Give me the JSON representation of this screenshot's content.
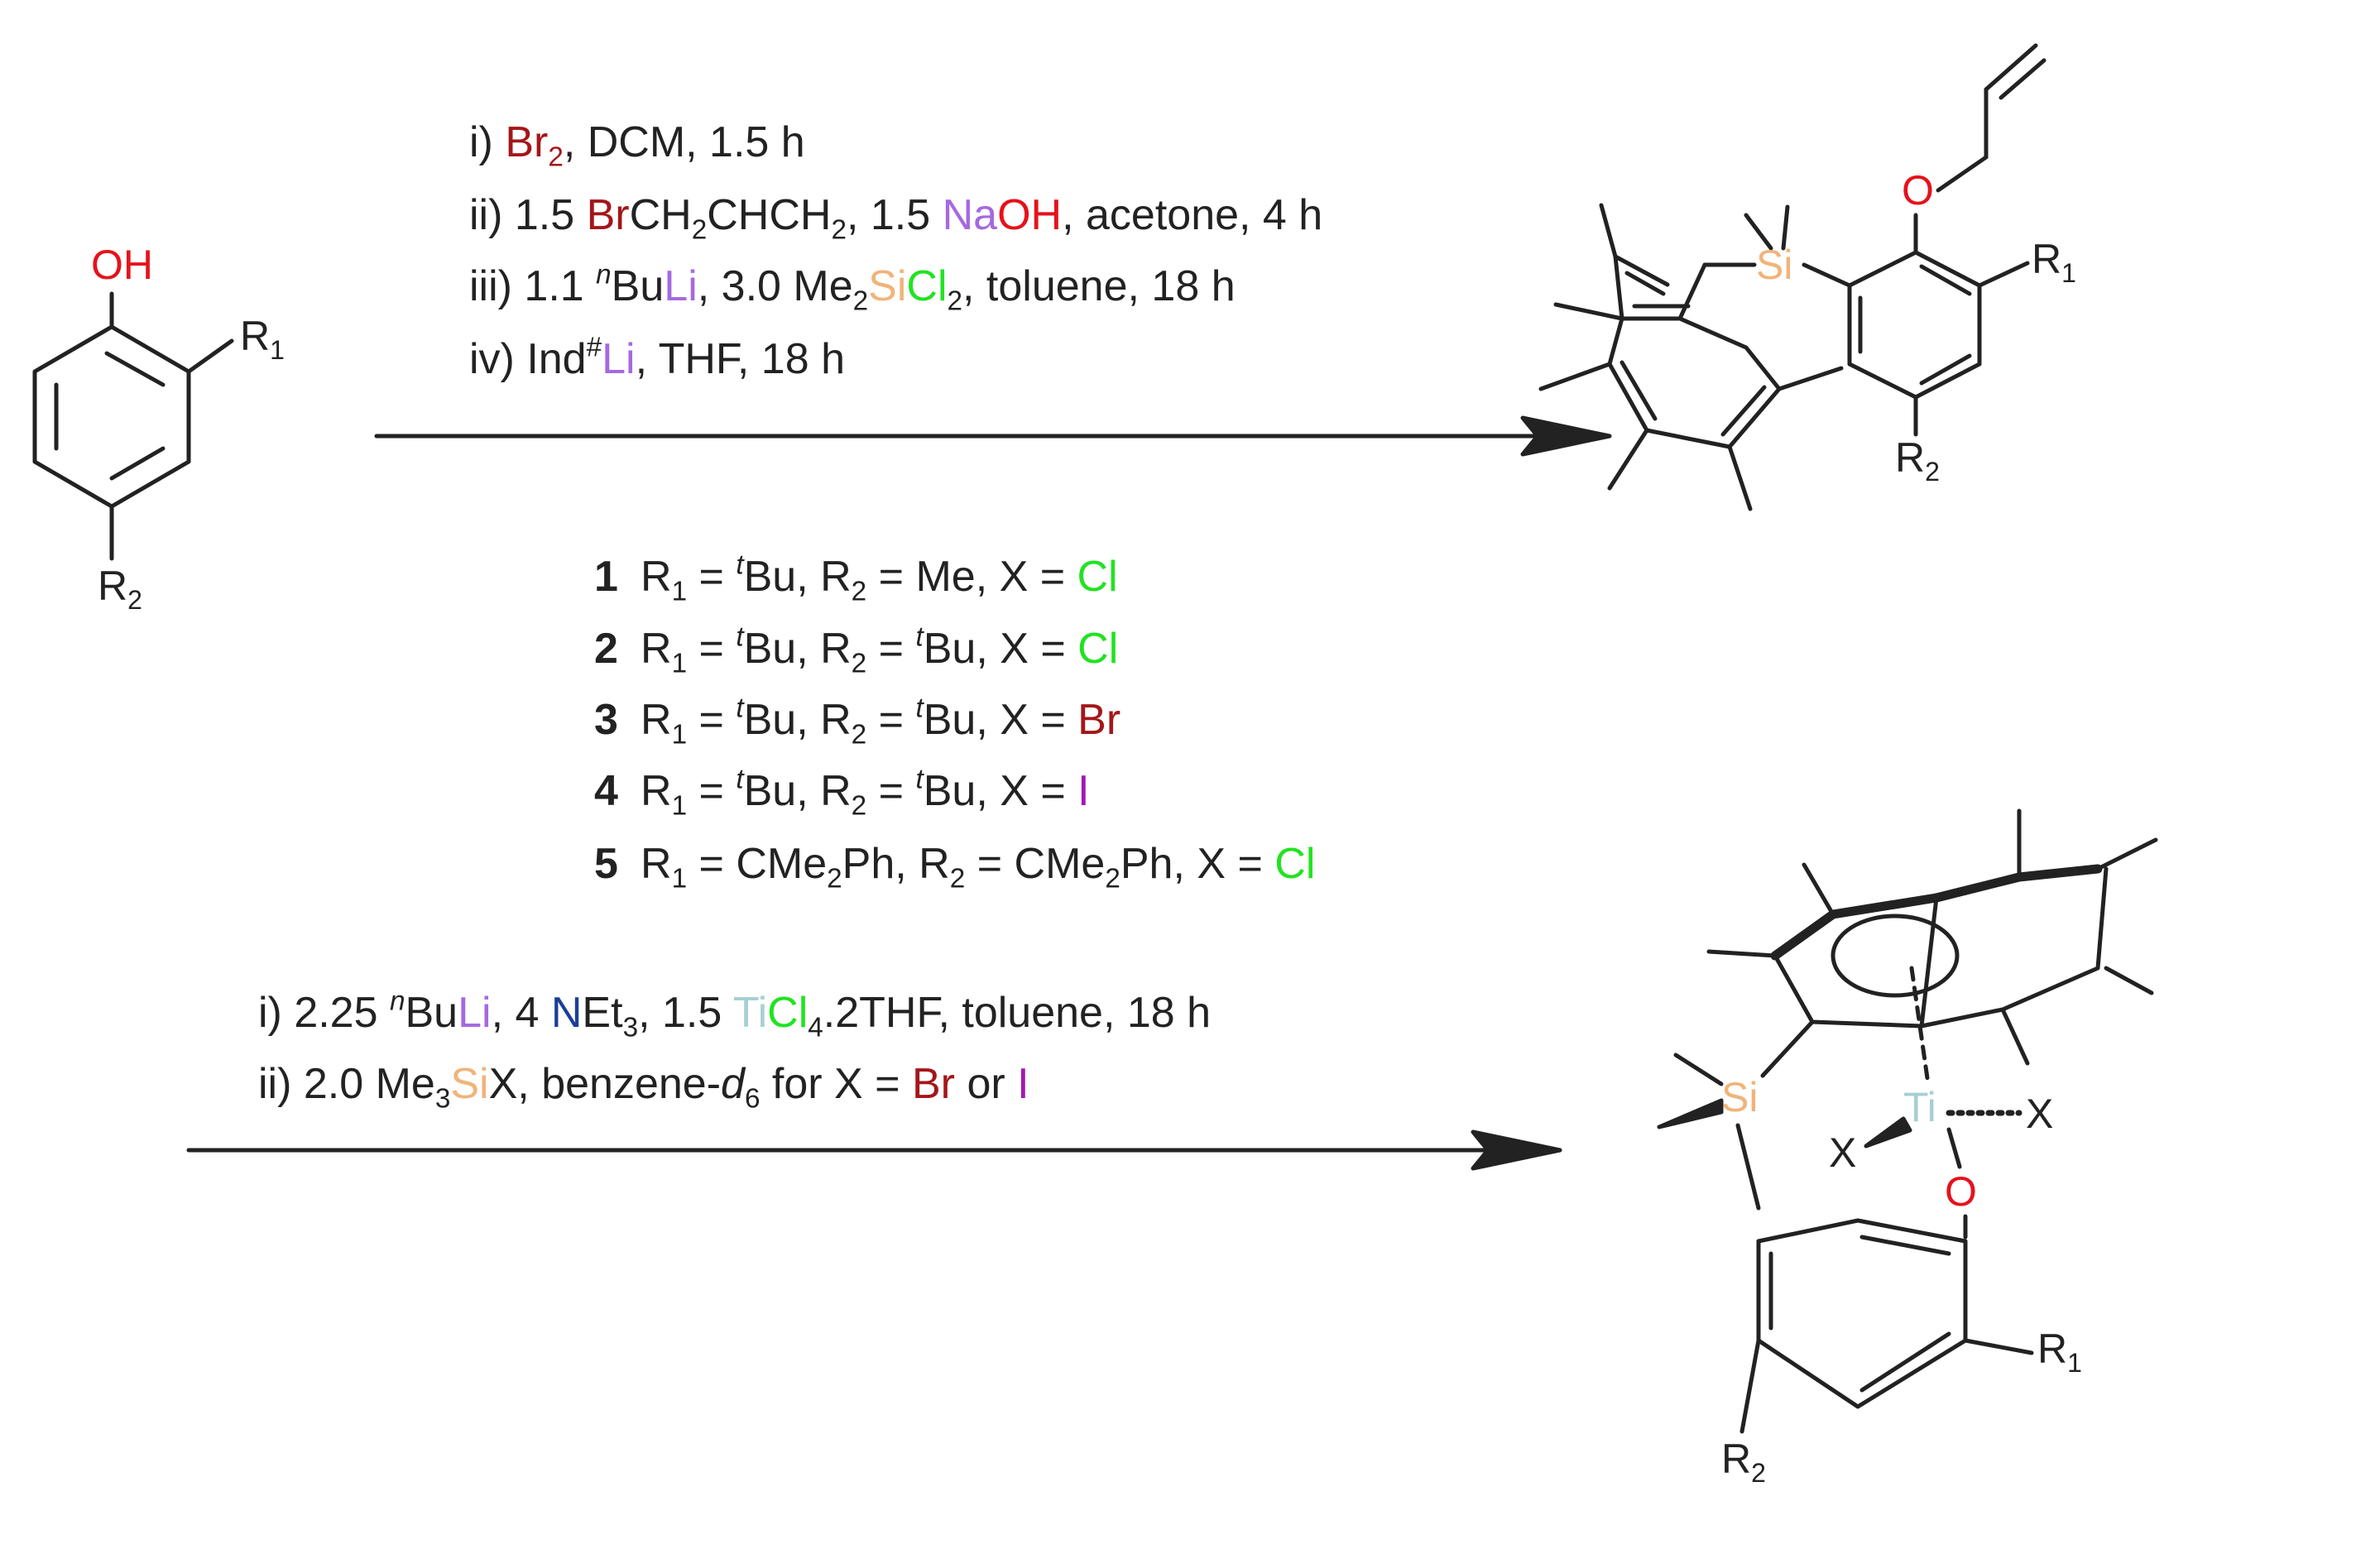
{
  "colors": {
    "Br": "#a4161a",
    "Li": "#a569e0",
    "Na": "#a569e0",
    "O": "#e5121b",
    "Si": "#f0b47a",
    "Cl": "#22e222",
    "I": "#a01ab0",
    "N": "#1a3f99",
    "Ti": "#a8cfd2"
  },
  "step1": {
    "i": {
      "prefix": "i) ",
      "br": "Br",
      "sub": "2",
      "rest": ", DCM, 1.5 h"
    },
    "ii": {
      "prefix": "ii) 1.5 ",
      "br": "Br",
      "mid1": "CH",
      "sub1": "2",
      "mid2": "CHCH",
      "sub2": "2",
      "mid3": ", 1.5 ",
      "na": "Na",
      "oh": "OH",
      "rest": ", acetone, 4 h"
    },
    "iii": {
      "prefix": "iii) 1.1 ",
      "sup": "n",
      "bu": "Bu",
      "li": "Li",
      "mid": ", 3.0 Me",
      "sub1": "2",
      "si": "Si",
      "cl": "Cl",
      "sub2": "2",
      "rest": ", toluene, 18 h"
    },
    "iv": {
      "prefix": "iv) Ind",
      "sup": "#",
      "li": "Li",
      "rest": ", THF, 18 h"
    }
  },
  "compounds": [
    {
      "num": "1",
      "r1": "R",
      "r1s": "1",
      "eq": " = ",
      "r1sup": "t",
      "r1val": "Bu",
      "sep1": ", ",
      "r2": "R",
      "r2s": "2",
      "r2sup": "",
      "r2val": "Me",
      "sep2": ", X = ",
      "x": "Cl"
    },
    {
      "num": "2",
      "r1": "R",
      "r1s": "1",
      "eq": " = ",
      "r1sup": "t",
      "r1val": "Bu",
      "sep1": ", ",
      "r2": "R",
      "r2s": "2",
      "r2sup": "t",
      "r2val": "Bu",
      "sep2": ", X = ",
      "x": "Cl"
    },
    {
      "num": "3",
      "r1": "R",
      "r1s": "1",
      "eq": " = ",
      "r1sup": "t",
      "r1val": "Bu",
      "sep1": ", ",
      "r2": "R",
      "r2s": "2",
      "r2sup": "t",
      "r2val": "Bu",
      "sep2": ", X = ",
      "x": "Br"
    },
    {
      "num": "4",
      "r1": "R",
      "r1s": "1",
      "eq": " = ",
      "r1sup": "t",
      "r1val": "Bu",
      "sep1": ", ",
      "r2": "R",
      "r2s": "2",
      "r2sup": "t",
      "r2val": "Bu",
      "sep2": ", X = ",
      "x": "I"
    },
    {
      "num": "5",
      "r1": "R",
      "r1s": "1",
      "eq": " = ",
      "r1sup": "",
      "r1val": "CMe",
      "r1valsub": "2",
      "r1valend": "Ph",
      "sep1": ", ",
      "r2": "R",
      "r2s": "2",
      "r2sup": "",
      "r2val": "CMe",
      "r2valsub": "2",
      "r2valend": "Ph",
      "sep2": ", X = ",
      "x": "Cl"
    }
  ],
  "step2": {
    "i": {
      "prefix": "i) 2.25 ",
      "sup": "n",
      "bu": "Bu",
      "li": "Li",
      "mid1": ", 4 ",
      "n": "N",
      "et": "Et",
      "sub1": "3",
      "mid2": ", 1.5 ",
      "ti": "Ti",
      "cl": "Cl",
      "sub2": "4",
      "rest": ".2THF, toluene, 18 h"
    },
    "ii": {
      "prefix": "ii) 2.0 Me",
      "sub1": "3",
      "si": "Si",
      "x": "X",
      "mid": ", benzene-",
      "d": "d",
      "sub2": "6",
      "mid2": " for X = ",
      "br": "Br",
      "or": " or ",
      "i": "I"
    }
  },
  "atoms": {
    "oh": "OH",
    "r": "R",
    "s1": "1",
    "s2": "2",
    "o": "O",
    "si": "Si",
    "ti": "Ti",
    "x": "X"
  }
}
